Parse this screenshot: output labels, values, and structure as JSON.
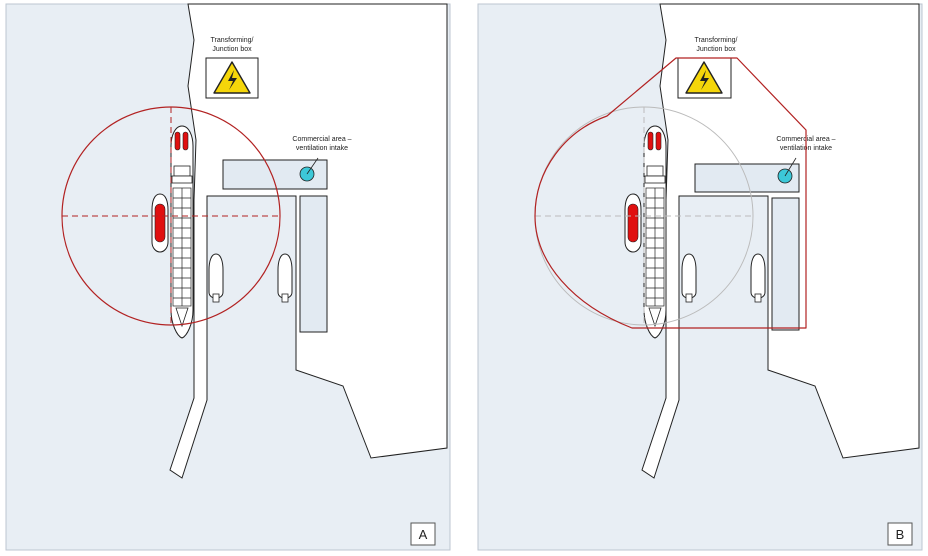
{
  "panels": [
    {
      "letter": "A",
      "transformer_label_1": "Transforming/",
      "transformer_label_2": "Junction box",
      "commercial_label_1": "Commercial area –",
      "commercial_label_2": "ventilation intake",
      "zone_shape": "circle"
    },
    {
      "letter": "B",
      "transformer_label_1": "Transforming/",
      "transformer_label_2": "Junction box",
      "commercial_label_1": "Commercial area –",
      "commercial_label_2": "ventilation intake",
      "zone_shape": "convex-hull"
    }
  ],
  "colors": {
    "water": "#e8eef4",
    "land": "#ffffff",
    "zone_line": "#b22222",
    "red_tank": "#e01010",
    "ventilation_dot": "#3cc8d8",
    "building_fill": "#e2eaf2",
    "warning_yellow": "#f5d60a",
    "grey_circle": "#bbbbbb"
  },
  "icons": [
    "high-voltage-warning-icon",
    "ventilation-intake-icon"
  ]
}
